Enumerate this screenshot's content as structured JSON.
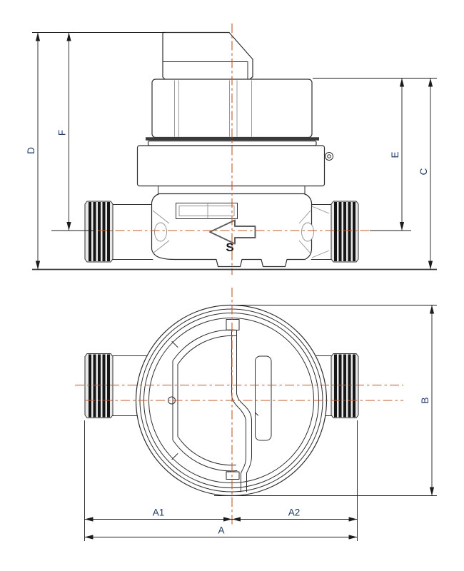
{
  "drawing": {
    "kind": "water-meter-dimensional-drawing",
    "views": {
      "side": {
        "name": "side-elevation",
        "flow_marker": "S",
        "dims": {
          "D": "D",
          "F": "F",
          "E": "E",
          "C": "C"
        }
      },
      "plan": {
        "name": "top-plan",
        "dims": {
          "B": "B",
          "A1": "A1",
          "A2": "A2",
          "A": "A"
        }
      }
    },
    "colors": {
      "background": "#FFFFFF",
      "outline": "#2E2E2E",
      "centerline": "#C05A2A",
      "dimension_text": "#1F3864",
      "flow_marker_text": "#141414"
    }
  }
}
